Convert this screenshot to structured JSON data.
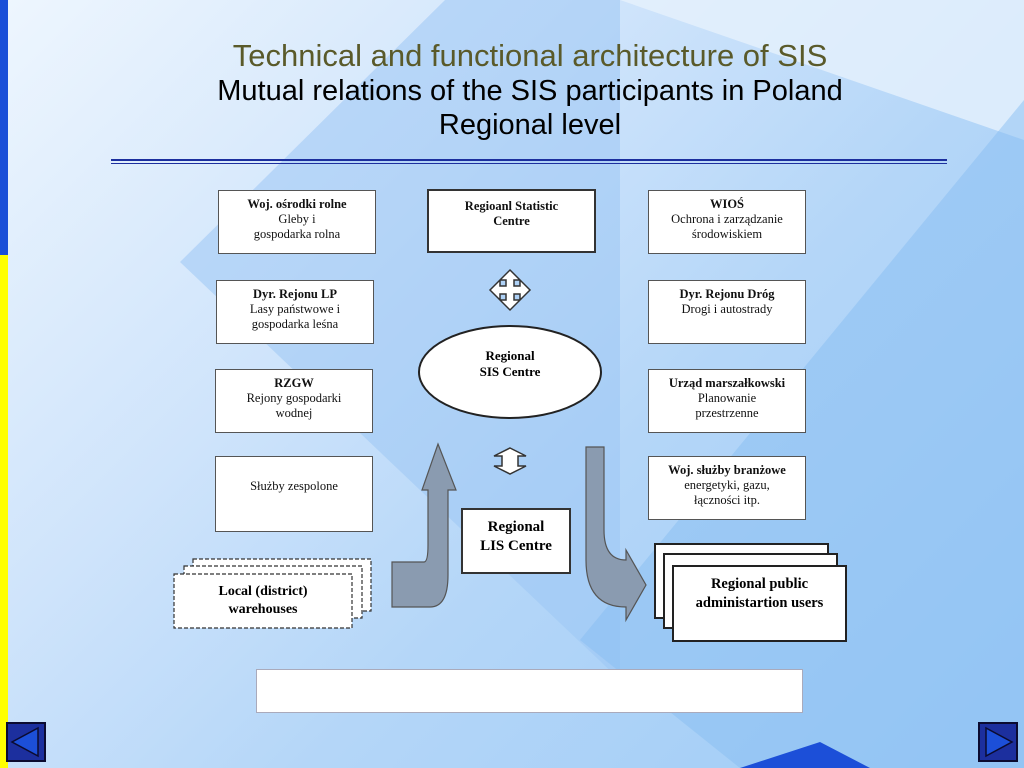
{
  "slide": {
    "title": "Technical and functional architecture of SIS",
    "subtitle1": "Mutual relations of the SIS participants in Poland",
    "subtitle2": "Regional level"
  },
  "colors": {
    "title": "#5a5a2a",
    "rule": "#1c2f9e",
    "nav_button": "#1c2f9e",
    "arrow_fill": "#8a9bb0"
  },
  "left_column": [
    {
      "head": "Woj. ośrodki rolne",
      "lines": [
        "Gleby i",
        "gospodarka rolna"
      ]
    },
    {
      "head": "Dyr. Rejonu LP",
      "lines": [
        "Lasy państwowe i",
        "gospodarka leśna"
      ]
    },
    {
      "head": "RZGW",
      "lines": [
        "Rejony gospodarki",
        "wodnej"
      ]
    },
    {
      "head": "",
      "lines": [
        "Służby zespolone"
      ]
    }
  ],
  "right_column": [
    {
      "head": "WIOŚ",
      "lines": [
        "Ochrona i zarządzanie",
        "środowiskiem"
      ]
    },
    {
      "head": "Dyr. Rejonu Dróg",
      "lines": [
        "Drogi i autostrady"
      ]
    },
    {
      "head": "Urząd marszałkowski",
      "lines": [
        "Planowanie",
        "przestrzenne"
      ]
    },
    {
      "head": "Woj. służby branżowe",
      "lines": [
        "energetyki, gazu,",
        "łączności itp."
      ]
    }
  ],
  "center": {
    "statistic_centre": "Regioanl Statistic\nCentre",
    "sis_centre": "Regional\nSIS Centre",
    "lis_centre": "Regional\nLIS Centre"
  },
  "local_warehouses": "Local (district)\nwarehouses",
  "public_users": "Regional public\nadministartion users",
  "caption": "",
  "nav": {
    "prev_icon": "triangle-left-icon",
    "next_icon": "triangle-right-icon"
  }
}
